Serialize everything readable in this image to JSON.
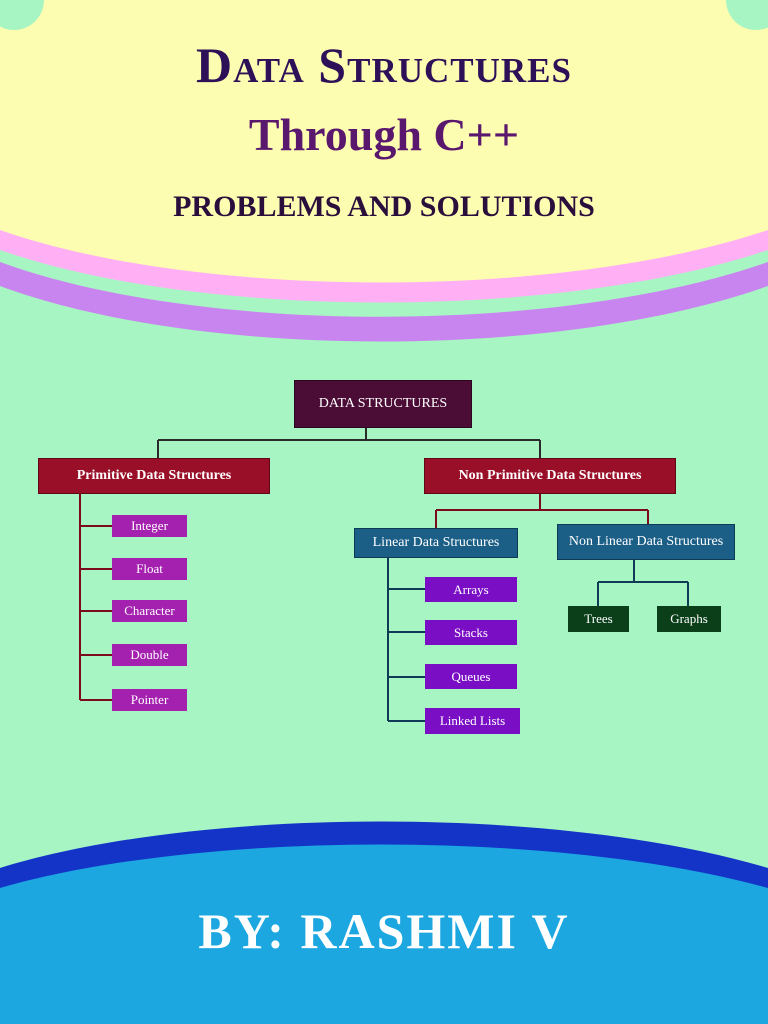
{
  "cover": {
    "title": "Data Structures",
    "subtitle": "Through C++",
    "tagline": "PROBLEMS AND SOLUTIONS",
    "author": "BY: RASHMI V"
  },
  "colors": {
    "top_band": "#fcfdb0",
    "pink_stripe": "#ffb0f5",
    "purple_stripe": "#c985ef",
    "background": "#a8f5c4",
    "blue_stripe": "#1434c8",
    "bottom_band": "#1ca7e0",
    "title_color": "#2e1058"
  },
  "diagram": {
    "root": "DATA STRUCTURES",
    "primitive": {
      "label": "Primitive Data Structures",
      "items": [
        "Integer",
        "Float",
        "Character",
        "Double",
        "Pointer"
      ]
    },
    "non_primitive": {
      "label": "Non Primitive Data Structures",
      "linear": {
        "label": "Linear Data Structures",
        "items": [
          "Arrays",
          "Stacks",
          "Queues",
          "Linked Lists"
        ]
      },
      "non_linear": {
        "label": "Non Linear Data Structures",
        "items": [
          "Trees",
          "Graphs"
        ]
      }
    }
  }
}
